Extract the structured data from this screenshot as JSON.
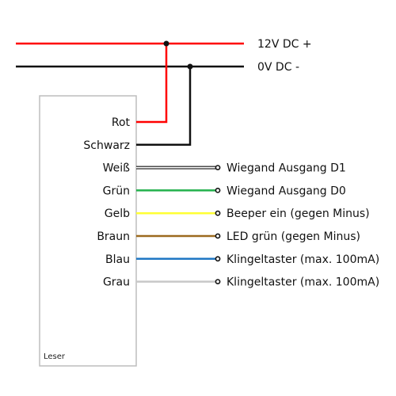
{
  "rails": [
    {
      "label": "12V DC +",
      "color": "#ff0000"
    },
    {
      "label": "0V DC -",
      "color": "#111111"
    }
  ],
  "reader_label": "Leser",
  "wires": [
    {
      "name": "Rot",
      "color": "#ff0000",
      "rail": 0
    },
    {
      "name": "Schwarz",
      "color": "#111111",
      "rail": 1
    },
    {
      "name": "Weiß",
      "color": "#ffffff",
      "outlined": true,
      "function": "Wiegand Ausgang D1"
    },
    {
      "name": "Grün",
      "color": "#22b14c",
      "function": "Wiegand Ausgang D0"
    },
    {
      "name": "Gelb",
      "color": "#ffff33",
      "function": "Beeper ein (gegen Minus)"
    },
    {
      "name": "Braun",
      "color": "#9c6a1e",
      "function": "LED grün (gegen Minus)"
    },
    {
      "name": "Blau",
      "color": "#1f77c4",
      "function": "Klingeltaster (max. 100mA)"
    },
    {
      "name": "Grau",
      "color": "#c8c8c8",
      "function": "Klingeltaster (max. 100mA)"
    }
  ]
}
